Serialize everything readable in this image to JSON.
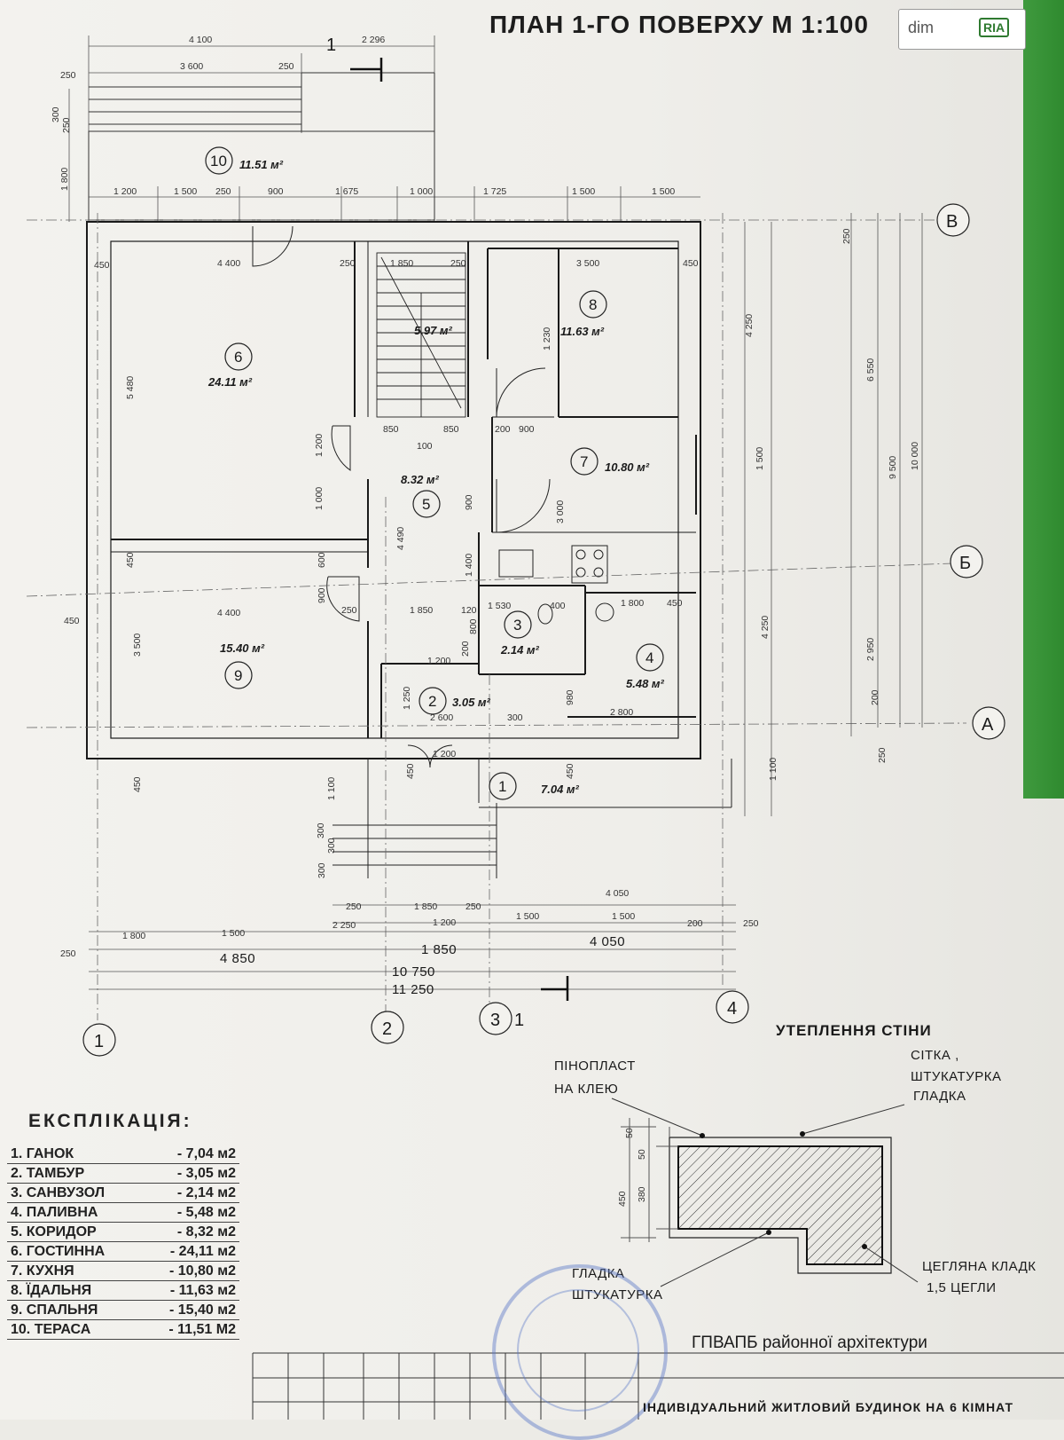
{
  "title": "ПЛАН 1-ГО ПОВЕРХУ   М 1:100",
  "watermark": {
    "dim": "dim",
    "ria": "RIA"
  },
  "rooms": [
    {
      "id": "10",
      "area": "11.51 м²"
    },
    {
      "id": "6",
      "area": "24.11 м²"
    },
    {
      "id": "8",
      "area": "11.63 м²"
    },
    {
      "id": "stair",
      "area": "5.97 м²"
    },
    {
      "id": "5",
      "area": "8.32 м²"
    },
    {
      "id": "7",
      "area": "10.80 м²"
    },
    {
      "id": "9",
      "area": "15.40 м²"
    },
    {
      "id": "3",
      "area": "2.14 м²"
    },
    {
      "id": "4",
      "area": "5.48 м²"
    },
    {
      "id": "2",
      "area": "3.05 м²"
    },
    {
      "id": "1",
      "area": "7.04 м²"
    }
  ],
  "axes": {
    "B": "В",
    "Bb": "Б",
    "A": "А",
    "n1": "1",
    "n2": "2",
    "n3": "3",
    "n4": "4",
    "section": "1"
  },
  "dims": {
    "top": [
      "4 100",
      "3 600",
      "250",
      "2 296",
      "1 200",
      "1 500",
      "250",
      "900",
      "1 675",
      "1 000",
      "1 725",
      "1 500",
      "1 500"
    ],
    "interior": [
      "4 400",
      "250",
      "1 850",
      "250",
      "3 500",
      "450",
      "450",
      "5 480",
      "1 230",
      "850",
      "850",
      "100",
      "200",
      "900",
      "1 200",
      "1 000",
      "4 490",
      "900",
      "3 000",
      "1 400",
      "600",
      "900",
      "250",
      "4 400",
      "1 850",
      "120",
      "1 530",
      "400",
      "1 800",
      "450",
      "3 500",
      "1 200",
      "1 250",
      "2 600",
      "300",
      "980",
      "2 800",
      "800",
      "200",
      "1 200",
      "450",
      "450"
    ],
    "right": [
      "250",
      "4 250",
      "6 550",
      "9 500",
      "10 000",
      "1 500",
      "4 250",
      "2 950",
      "200",
      "250",
      "1 100"
    ],
    "left": [
      "250",
      "300",
      "250",
      "1 800",
      "450",
      "450",
      "450",
      "1 100",
      "300",
      "300",
      "300"
    ],
    "bottom": [
      "250",
      "1 850",
      "250",
      "4 050",
      "1 800",
      "1 500",
      "2 250",
      "1 200",
      "1 500",
      "1 500",
      "200",
      "250",
      "250",
      "4 850",
      "1 850",
      "4 050",
      "10 750",
      "11 250"
    ]
  },
  "insulation": {
    "title": "УТЕПЛЕННЯ СТІНИ",
    "foam_line1": "ПІНОПЛАСТ",
    "foam_line2": "НА КЛЕЮ",
    "mesh_line1": "СІТКА ,",
    "mesh_line2": "ШТУКАТУРКА",
    "mesh_line3": "ГЛАДКА",
    "plaster_line1": "ГЛАДКА",
    "plaster_line2": "ШТУКАТУРКА",
    "brick_line1": "ЦЕГЛЯНА КЛАДК",
    "brick_line2": "1,5 ЦЕГЛИ",
    "dim_450": "450",
    "dim_380": "380",
    "dim_50a": "50",
    "dim_50b": "50"
  },
  "legend": {
    "title": "ЕКСПЛІКАЦІЯ:",
    "items": [
      {
        "name": "1. ГАНОК",
        "value": "- 7,04 м2"
      },
      {
        "name": "2. ТАМБУР",
        "value": "- 3,05 м2"
      },
      {
        "name": "3. САНВУЗОЛ",
        "value": "- 2,14 м2"
      },
      {
        "name": "4. ПАЛИВНА",
        "value": "- 5,48 м2"
      },
      {
        "name": "5. КОРИДОР",
        "value": "- 8,32 м2"
      },
      {
        "name": "6. ГОСТИННА",
        "value": "- 24,11 м2"
      },
      {
        "name": "7. КУХНЯ",
        "value": "- 10,80 м2"
      },
      {
        "name": "8. ЇДАЛЬНЯ",
        "value": "- 11,63 м2"
      },
      {
        "name": "9. СПАЛЬНЯ",
        "value": "- 15,40 м2"
      },
      {
        "name": "10. ТЕРАСА",
        "value": "- 11,51 М2"
      }
    ]
  },
  "titleblock": {
    "org": "ГПВАПБ  районної архітектури",
    "project": "ІНДИВІДУАЛЬНИЙ ЖИТЛОВИЙ БУДИНОК НА 6 КІМНАТ"
  }
}
